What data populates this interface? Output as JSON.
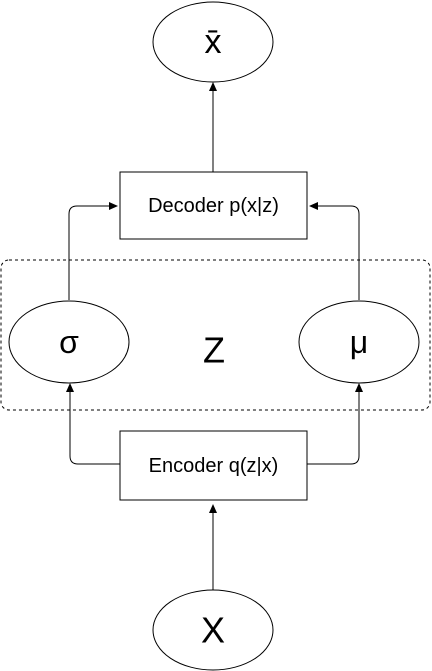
{
  "diagram": {
    "output_node": {
      "label": "x̄"
    },
    "decoder": {
      "label": "Decoder p(x|z)"
    },
    "latent_group": {
      "label": "Z"
    },
    "sigma_node": {
      "label": "σ"
    },
    "mu_node": {
      "label": "μ"
    },
    "encoder": {
      "label": "Encoder q(z|x)"
    },
    "input_node": {
      "label": "X"
    }
  },
  "colors": {
    "stroke": "#000000",
    "fill": "#ffffff",
    "text": "#000000"
  }
}
